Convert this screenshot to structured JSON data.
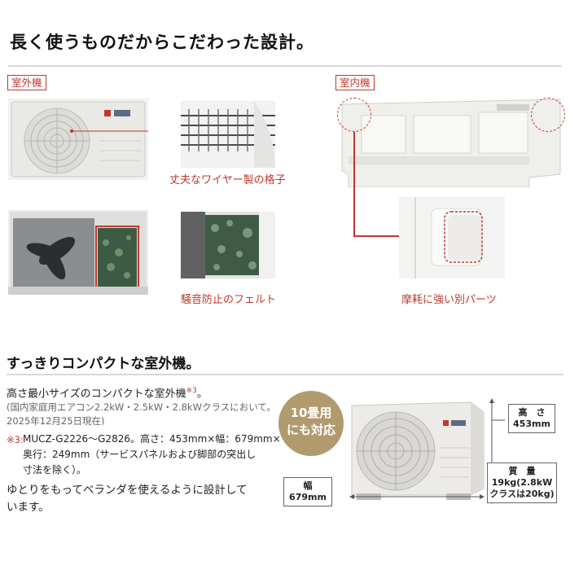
{
  "section1": {
    "title": "長く使うものだからこだわった設計。",
    "outdoor_tag": "室外機",
    "indoor_tag": "室内機",
    "caption_grille": "丈夫なワイヤー製の格子",
    "caption_felt": "騒音防止のフェルト",
    "caption_parts": "摩耗に強い別パーツ"
  },
  "section2": {
    "title": "すっきりコンパクトな室外機。",
    "lead": "高さ最小サイズのコンパクトな室外機",
    "lead_note_mark": "※3",
    "lead_end": "。",
    "sub_line1": "(国内家庭用エアコン2.2kW・2.5kW・2.8kWクラスにおいて。",
    "sub_line2": "2025年12月25日現在)",
    "note_mark": "※3:",
    "note_line1": "MUCZ-G2226～G2826。高さ：453mm×幅：679mm×",
    "note_line2": "奥行：249mm（サービスパネルおよび脚部の突出し",
    "note_line3": "寸法を除く）。",
    "closing_line1": "ゆとりをもってベランダを使えるように設計して",
    "closing_line2": "います。",
    "badge_line1": "10畳用",
    "badge_line2": "にも対応",
    "height_label": "高　さ",
    "height_value": "453mm",
    "width_label": "幅",
    "width_value": "679mm",
    "weight_label": "質　量",
    "weight_value1": "19kg(2.8kW",
    "weight_value2": "クラスは20kg)"
  },
  "colors": {
    "accent_red": "#c0392b",
    "badge_gold": "#b19a6e"
  }
}
